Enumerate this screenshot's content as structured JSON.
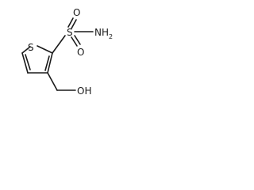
{
  "molecule": {
    "atoms": {
      "ring_sulfur": "S",
      "sulfonyl_sulfur": "S",
      "oxygen_top": "O",
      "oxygen_bottom": "O",
      "amide_n": "N",
      "amide_h": "H",
      "amide_h_count": "2",
      "hydroxyl": "OH"
    }
  }
}
